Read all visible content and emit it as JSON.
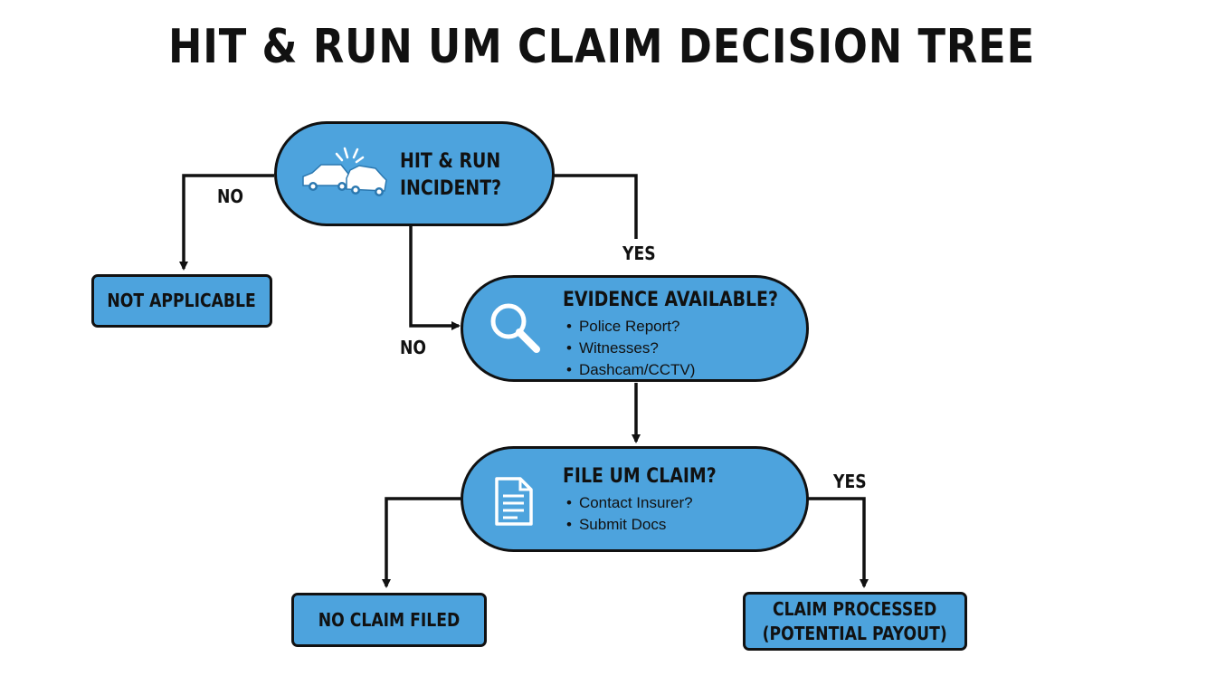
{
  "title": "HIT & RUN UM CLAIM DECISION TREE",
  "nodes": {
    "hit_and_run": {
      "text": "HIT & RUN\nINCIDENT?",
      "icon": "car-crash-icon"
    },
    "evidence": {
      "title": "EVIDENCE AVAILABLE?",
      "items": [
        "Police Report?",
        "Witnesses?",
        "Dashcam/CCTV)"
      ],
      "icon": "magnifier-icon"
    },
    "file_claim": {
      "title": "FILE UM CLAIM?",
      "items": [
        "Contact Insurer?",
        "Submit Docs"
      ],
      "icon": "document-icon"
    },
    "not_applicable": {
      "text": "NOT APPLICABLE"
    },
    "no_claim_filed": {
      "text": "NO CLAIM FILED"
    },
    "claim_processed": {
      "text": "CLAIM PROCESSED\n(POTENTIAL PAYOUT)"
    }
  },
  "edges": {
    "no_top": "NO",
    "yes_right": "YES",
    "no_mid": "NO",
    "yes_bottom": "YES"
  },
  "colors": {
    "node_fill": "#4da3dd",
    "stroke": "#111111",
    "icon": "#ffffff",
    "background": "#ffffff"
  }
}
